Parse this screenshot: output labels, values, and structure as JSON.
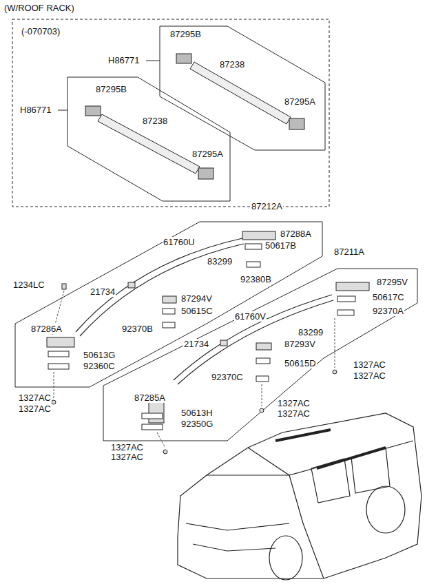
{
  "diagram": {
    "title": "(W/ROOF RACK)",
    "labels": [
      "(-070703)",
      "87295B",
      "H86771",
      "87238",
      "87295A",
      "87295B",
      "H86771",
      "87238",
      "87295A",
      "87212A",
      "87288A",
      "61760U",
      "50617B",
      "83299",
      "92380B",
      "1234LC",
      "21734",
      "87294V",
      "87211A",
      "87295V",
      "50617C",
      "50615C",
      "92370A",
      "61760V",
      "83299",
      "92370B",
      "87286A",
      "21734",
      "87293V",
      "50613G",
      "50615D",
      "92360C",
      "1327AC",
      "1327AC",
      "92370C",
      "87285A",
      "1327AC",
      "1327AC",
      "1327AC",
      "1327AC",
      "50613H",
      "92350G",
      "1327AC",
      "1327AC"
    ]
  }
}
